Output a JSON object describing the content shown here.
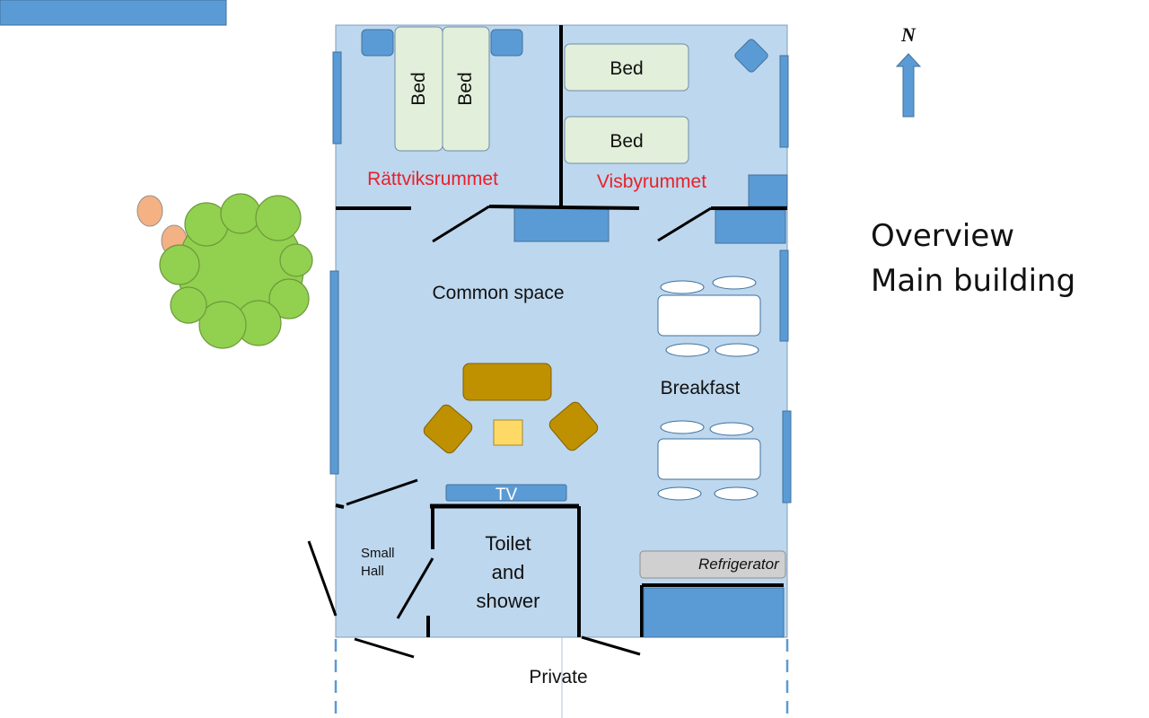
{
  "north_marker": {
    "label": "N"
  },
  "title": {
    "line1": "Overview",
    "line2": "Main building"
  },
  "rooms": {
    "rattvik": {
      "name": "Rättviksrummet",
      "bed_left": "Bed",
      "bed_right": "Bed"
    },
    "visby": {
      "name": "Visbyrummet",
      "bed_top": "Bed",
      "bed_bottom": "Bed"
    },
    "common": {
      "name": "Common space",
      "tv": "TV"
    },
    "breakfast": {
      "name": "Breakfast"
    },
    "small_hall": {
      "line1": "Small",
      "line2": "Hall"
    },
    "toilet": {
      "line1": "Toilet",
      "line2": "and",
      "line3": "shower"
    },
    "kitchen": {
      "refrigerator": "Refrigerator"
    },
    "outside": {
      "private": "Private"
    }
  },
  "colors": {
    "floor": "#bdd7ee",
    "wall": "#000000",
    "furniture_blue": "#5b9bd5",
    "bed": "#e2efda",
    "sofa": "#bf9000",
    "coffee_table": "#ffd966",
    "tree": "#92d050",
    "bush": "#f4b183",
    "room_label_red": "#e8202a",
    "refrigerator": "#d0d0d0"
  }
}
